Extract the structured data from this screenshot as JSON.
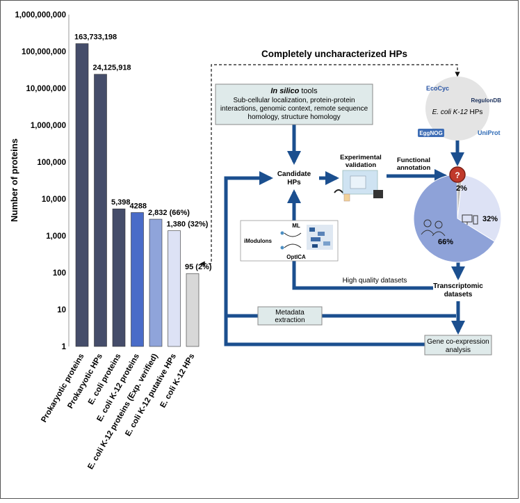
{
  "chart_data": {
    "type": "bar",
    "scale": "log",
    "ylabel": "Number of proteins",
    "ylim": [
      1,
      1000000000
    ],
    "yticks": [
      "1",
      "10",
      "100",
      "1,000",
      "10,000",
      "100,000",
      "1,000,000",
      "10,000,000",
      "100,000,000",
      "1,000,000,000"
    ],
    "categories": [
      "Prokaryotic proteins",
      "Prokaryotic HPs",
      "E. coli proteins",
      "E. coli K-12 proteins",
      "E. coli K-12 proteins (Exp. verified)",
      "E. coli K-12 putative HPs",
      "E. coli K-12 HPs"
    ],
    "values": [
      163733198,
      24125918,
      5398,
      4288,
      2832,
      1380,
      95
    ],
    "data_labels": [
      "163,733,198",
      "24,125,918",
      "5,398",
      "4288",
      "2,832 (66%)",
      "1,380 (32%)",
      "95 (2%)"
    ],
    "colors": [
      "#454d6a",
      "#454d6a",
      "#454d6a",
      "#4a6cc8",
      "#8fa4da",
      "#dde2f5",
      "#d8d8d8"
    ],
    "grid": false
  },
  "diagram": {
    "title": "Completely uncharacterized HPs",
    "insilico_title": "In silico",
    "insilico_title_rest": " tools",
    "insilico_lines": [
      "Sub-cellular localization, protein-protein",
      "interactions, genomic context, remote sequence",
      "homology, structure homology"
    ],
    "db_label_pre": "E. coli K-12",
    "db_label_post": " HPs",
    "db_logos": [
      "EcoCyc",
      "RegulonDB",
      "EggNOG",
      "UniProt"
    ],
    "candidate": [
      "Candidate",
      "HPs"
    ],
    "experimental": [
      "Experimental",
      "validation"
    ],
    "functional": [
      "Functional",
      "annotation"
    ],
    "ml": "ML",
    "imodulons": "iModulons",
    "optica": "OptICA",
    "high_quality": "High quality datasets",
    "transcriptomic": [
      "Transcriptomic",
      "datasets"
    ],
    "metadata": [
      "Metadata",
      "extraction"
    ],
    "gene_coexp": [
      "Gene co-expression",
      "analysis"
    ],
    "pie": {
      "values": [
        66,
        32,
        2
      ],
      "labels": [
        "66%",
        "32%",
        "2%"
      ],
      "colors": [
        "#8ea2d8",
        "#dde2f5",
        "#bdbdbd"
      ]
    },
    "question_mark": "?",
    "colors": {
      "arrow": "#1b4f8f",
      "box_fill": "#dfeaea",
      "box_stroke": "#888888"
    }
  }
}
